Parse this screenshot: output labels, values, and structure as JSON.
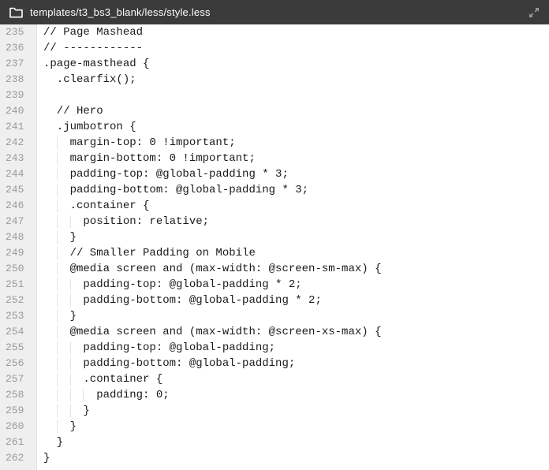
{
  "header": {
    "path": "templates/t3_bs3_blank/less/style.less",
    "folder_icon": "folder-icon",
    "expand_icon": "expand-icon"
  },
  "colors": {
    "titlebar_bg": "#3b3b3b",
    "titlebar_text": "#ffffff",
    "gutter_bg": "#efefef",
    "gutter_border": "#e2e2e2",
    "line_number_text": "#999999",
    "code_text": "#1a1a1a",
    "indent_guide": "#e4e4e4",
    "expand_icon_color": "#9a9a9a"
  },
  "editor": {
    "first_line_number": 235,
    "last_line_number": 262,
    "lines": [
      {
        "n": 235,
        "t": "// Page Mashead"
      },
      {
        "n": 236,
        "t": "// ------------"
      },
      {
        "n": 237,
        "t": ".page-masthead {"
      },
      {
        "n": 238,
        "t": "  .clearfix();"
      },
      {
        "n": 239,
        "t": ""
      },
      {
        "n": 240,
        "t": "  // Hero"
      },
      {
        "n": 241,
        "t": "  .jumbotron {"
      },
      {
        "n": 242,
        "t": "    margin-top: 0 !important;"
      },
      {
        "n": 243,
        "t": "    margin-bottom: 0 !important;"
      },
      {
        "n": 244,
        "t": "    padding-top: @global-padding * 3;"
      },
      {
        "n": 245,
        "t": "    padding-bottom: @global-padding * 3;"
      },
      {
        "n": 246,
        "t": "    .container {"
      },
      {
        "n": 247,
        "t": "      position: relative;"
      },
      {
        "n": 248,
        "t": "    }"
      },
      {
        "n": 249,
        "t": "    // Smaller Padding on Mobile"
      },
      {
        "n": 250,
        "t": "    @media screen and (max-width: @screen-sm-max) {"
      },
      {
        "n": 251,
        "t": "      padding-top: @global-padding * 2;"
      },
      {
        "n": 252,
        "t": "      padding-bottom: @global-padding * 2;"
      },
      {
        "n": 253,
        "t": "    }"
      },
      {
        "n": 254,
        "t": "    @media screen and (max-width: @screen-xs-max) {"
      },
      {
        "n": 255,
        "t": "      padding-top: @global-padding;"
      },
      {
        "n": 256,
        "t": "      padding-bottom: @global-padding;"
      },
      {
        "n": 257,
        "t": "      .container {"
      },
      {
        "n": 258,
        "t": "        padding: 0;"
      },
      {
        "n": 259,
        "t": "      }"
      },
      {
        "n": 260,
        "t": "    }"
      },
      {
        "n": 261,
        "t": "  }"
      },
      {
        "n": 262,
        "t": "}"
      }
    ]
  }
}
